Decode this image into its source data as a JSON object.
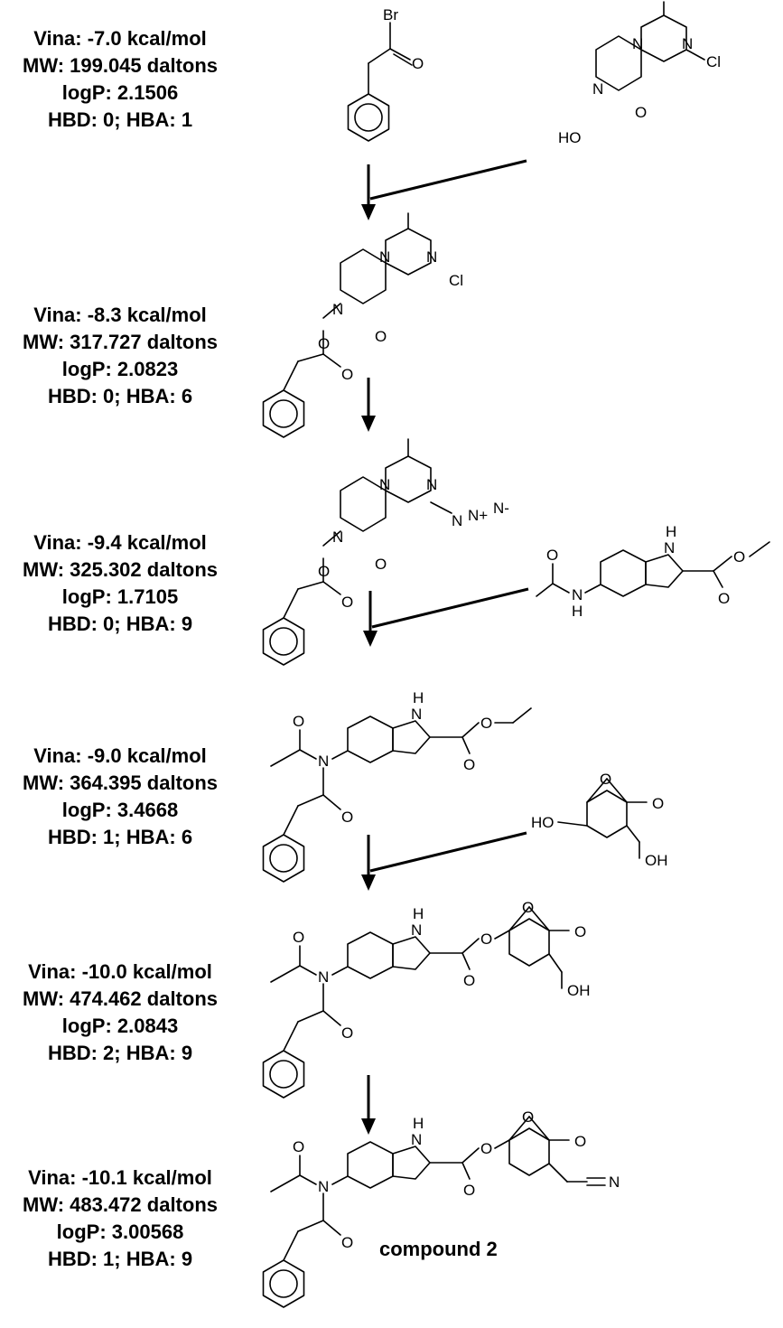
{
  "steps": [
    {
      "vina": "Vina: -7.0 kcal/mol",
      "mw": "MW: 199.045 daltons",
      "logp": "logP: 2.1506",
      "hb": "HBD: 0; HBA: 1"
    },
    {
      "vina": "Vina: -8.3 kcal/mol",
      "mw": "MW: 317.727 daltons",
      "logp": "logP: 2.0823",
      "hb": "HBD: 0; HBA: 6"
    },
    {
      "vina": "Vina: -9.4 kcal/mol",
      "mw": "MW: 325.302 daltons",
      "logp": "logP: 1.7105",
      "hb": "HBD: 0; HBA: 9"
    },
    {
      "vina": "Vina: -9.0 kcal/mol",
      "mw": "MW: 364.395 daltons",
      "logp": "logP: 3.4668",
      "hb": "HBD: 1; HBA: 6"
    },
    {
      "vina": "Vina: -10.0 kcal/mol",
      "mw": "MW: 474.462 daltons",
      "logp": "logP: 2.0843",
      "hb": "HBD: 2; HBA: 9"
    },
    {
      "vina": "Vina: -10.1 kcal/mol",
      "mw": "MW: 483.472 daltons",
      "logp": "logP: 3.00568",
      "hb": "HBD: 1; HBA: 9"
    }
  ],
  "final_compound_label": "compound 2",
  "atoms": {
    "br": "Br",
    "o": "O",
    "n": "N",
    "cl": "Cl",
    "ho": "HO",
    "oh": "OH",
    "h": "H",
    "nh_n": "N",
    "nh_h": "H",
    "n_azide": "N",
    "n_plus": "N+",
    "n_minus": "N-",
    "cn_n": "N"
  }
}
